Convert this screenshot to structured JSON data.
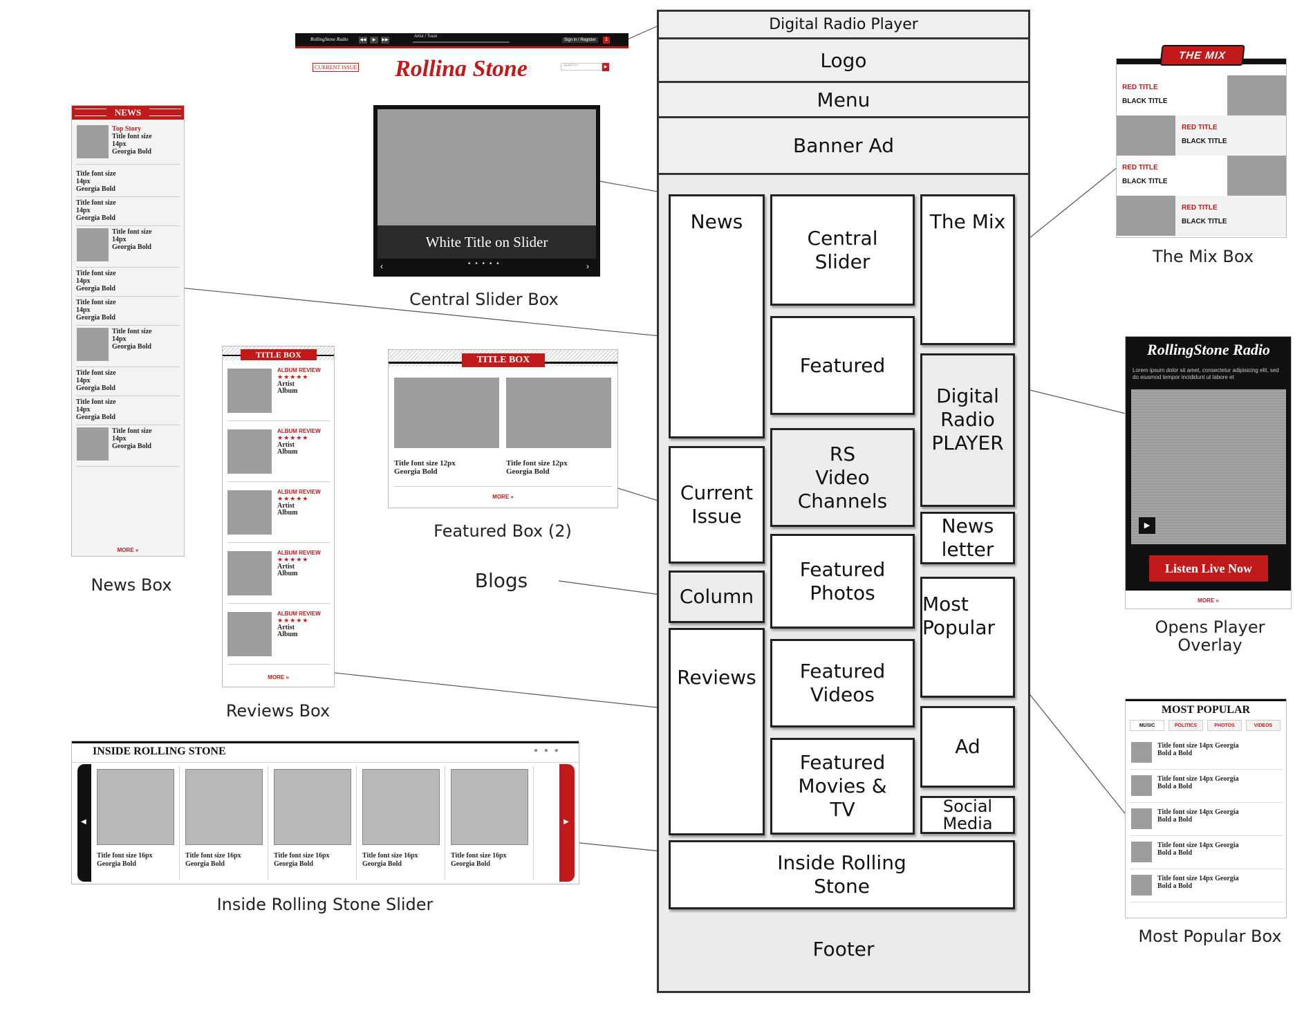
{
  "wireframe": {
    "rows": {
      "digital_radio_player": "Digital Radio Player",
      "logo": "Logo",
      "menu": "Menu",
      "banner_ad": "Banner Ad",
      "footer": "Footer"
    },
    "boxes": {
      "news": "News",
      "central_slider": [
        "Central",
        "Slider"
      ],
      "the_mix": "The Mix",
      "featured": "Featured",
      "digital_radio": [
        "Digital",
        "Radio",
        "PLAYER"
      ],
      "rs_video": [
        "RS",
        "Video",
        "Channels"
      ],
      "current_issue": [
        "Current",
        "Issue"
      ],
      "newsletter": [
        "News",
        "letter"
      ],
      "column": "Column",
      "featured_photos": [
        "Featured",
        "Photos"
      ],
      "most_popular": [
        "Most",
        "Popular"
      ],
      "reviews": "Reviews",
      "featured_videos": [
        "Featured",
        "Videos"
      ],
      "ad": "Ad",
      "featured_movies": [
        "Featured",
        "Movies &",
        "TV"
      ],
      "social_media": [
        "Social",
        "Media"
      ],
      "inside_rs": [
        "Inside Rolling",
        "Stone"
      ]
    }
  },
  "captions": {
    "central_slider_box": "Central Slider Box",
    "news_box": "News Box",
    "reviews_box": "Reviews Box",
    "featured_box": "Featured Box (2)",
    "blogs": "Blogs",
    "inside_slider": "Inside Rolling Stone Slider",
    "mix_box": "The Mix Box",
    "opens_player": [
      "Opens Player",
      "Overlay"
    ],
    "most_popular_box": "Most Popular Box"
  },
  "header_thumb": {
    "radio_brand": "RollingStone Radio",
    "track": "Artist / Track",
    "signin": "Sign in / Register",
    "current_issue": "CURRENT ISSUE",
    "logo": "Rolling Stone",
    "search": "SEARCH"
  },
  "news_box": {
    "title": "NEWS",
    "top_story": "Top Story",
    "item_text": [
      "Title font size",
      "14px",
      "Georgia Bold"
    ],
    "more": "MORE »"
  },
  "slider_box": {
    "title": "White Title on Slider"
  },
  "reviews_box": {
    "title": "TITLE BOX",
    "review_label": "ALBUM REVIEW",
    "stars": "★★★★★",
    "artist": "Artist",
    "album": "Album",
    "more": "MORE »"
  },
  "featured_box": {
    "title": "TITLE BOX",
    "item_text": [
      "Title font size 12px",
      "Georgia Bold"
    ],
    "more": "MORE »"
  },
  "inside_slider": {
    "title": "INSIDE ROLLING STONE",
    "item_text": [
      "Title font size 16px",
      "Georgia Bold"
    ]
  },
  "mix_box": {
    "banner": "THE MIX",
    "red": "RED TITLE",
    "black": "BLACK TITLE"
  },
  "radio_overlay": {
    "brand": "RollingStone Radio",
    "lorem": "Lorem ipsum dolor sit amet, consectetur adipisicing elit, sed do eiusmod tempor incididunt ut labore et",
    "listen": "Listen Live Now",
    "more": "MORE »"
  },
  "most_popular": {
    "title": "MOST POPULAR",
    "tabs": [
      "MUSIC",
      "POLITICS",
      "PHOTOS",
      "VIDEOS"
    ],
    "item_text": [
      "Title font size 14px Georgia",
      "Bold a Bold"
    ]
  },
  "colors": {
    "accent": "#c21a1a",
    "frame": "#333333"
  }
}
